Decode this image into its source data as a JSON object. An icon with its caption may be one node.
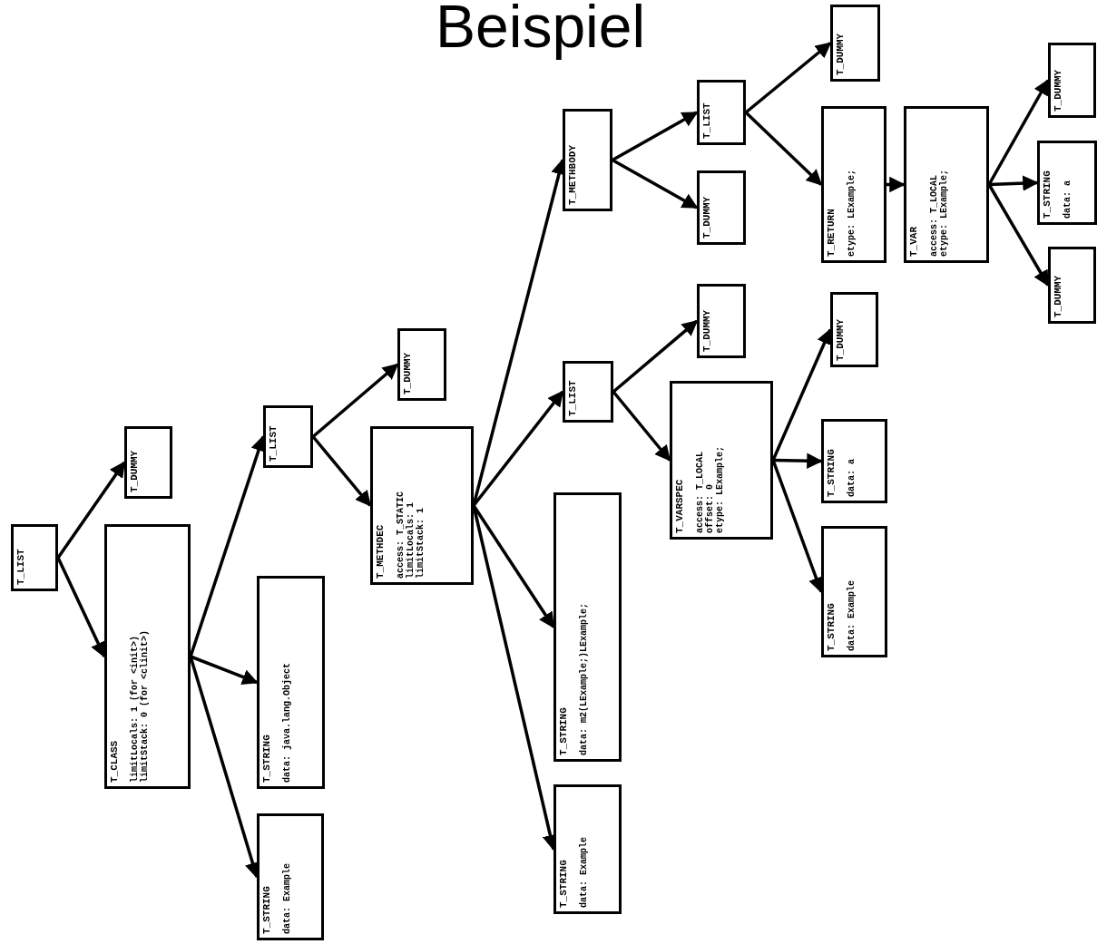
{
  "diagram": {
    "title": "Beispiel",
    "nodes": [
      {
        "text": [
          "T_LIST"
        ]
      },
      {
        "text": [
          "T_DUMMY"
        ]
      },
      {
        "text": [
          "T_CLASS",
          "limitLocals: 1 (for <init>)",
          "limitStack: 0 (for <clinit>)"
        ]
      },
      {
        "text": [
          "T_LIST"
        ]
      },
      {
        "text": [
          "T_STRING",
          "data: java.lang.Object"
        ]
      },
      {
        "text": [
          "T_STRING",
          "data: Example"
        ]
      },
      {
        "text": [
          "T_DUMMY"
        ]
      },
      {
        "text": [
          "T_METHDEC",
          "access: T_STATIC",
          "limitLocals: 1",
          "limitStack: 1"
        ]
      },
      {
        "text": [
          "T_METHBODY"
        ]
      },
      {
        "text": [
          "T_LIST"
        ]
      },
      {
        "text": [
          "T_STRING",
          "data: m2(LExample;)LExample;"
        ]
      },
      {
        "text": [
          "T_STRING",
          "data: Example"
        ]
      },
      {
        "text": [
          "T_LIST"
        ]
      },
      {
        "text": [
          "T_DUMMY"
        ]
      },
      {
        "text": [
          "T_DUMMY"
        ]
      },
      {
        "text": [
          "T_VARSPEC",
          "access: T_LOCAL",
          "offset: 0",
          "etype: LExample;"
        ]
      },
      {
        "text": [
          "T_DUMMY"
        ]
      },
      {
        "text": [
          "T_RETURN",
          "etype: LExample;"
        ]
      },
      {
        "text": [
          "T_VAR",
          "access: T_LOCAL",
          "etype: LExample;"
        ]
      },
      {
        "text": [
          "T_DUMMY"
        ]
      },
      {
        "text": [
          "T_STRING",
          "data: a"
        ]
      },
      {
        "text": [
          "T_STRING",
          "data: Example"
        ]
      },
      {
        "text": [
          "T_DUMMY"
        ]
      },
      {
        "text": [
          "T_STRING",
          "data: a"
        ]
      },
      {
        "text": [
          "T_DUMMY"
        ]
      }
    ],
    "edges": [
      {
        "from": 0,
        "to": 1,
        "arrow": "to"
      },
      {
        "from": 0,
        "to": 2,
        "arrow": "to"
      },
      {
        "from": 2,
        "to": 3,
        "arrow": "to"
      },
      {
        "from": 2,
        "to": 4,
        "arrow": "to"
      },
      {
        "from": 2,
        "to": 5,
        "arrow": "to"
      },
      {
        "from": 3,
        "to": 6,
        "arrow": "to"
      },
      {
        "from": 3,
        "to": 7,
        "arrow": "to"
      },
      {
        "from": 7,
        "to": 8,
        "arrow": "to"
      },
      {
        "from": 7,
        "to": 9,
        "arrow": "to"
      },
      {
        "from": 7,
        "to": 10,
        "arrow": "to"
      },
      {
        "from": 7,
        "to": 11,
        "arrow": "to"
      },
      {
        "from": 8,
        "to": 12,
        "arrow": "to"
      },
      {
        "from": 8,
        "to": 13,
        "arrow": "to"
      },
      {
        "from": 12,
        "to": 16,
        "arrow": "to"
      },
      {
        "from": 12,
        "to": 17,
        "arrow": "to"
      },
      {
        "from": 9,
        "to": 14,
        "arrow": "to"
      },
      {
        "from": 9,
        "to": 15,
        "arrow": "to"
      },
      {
        "from": 15,
        "to": 19,
        "arrow": "to"
      },
      {
        "from": 15,
        "to": 20,
        "arrow": "to"
      },
      {
        "from": 15,
        "to": 21,
        "arrow": "to"
      },
      {
        "from": 17,
        "to": 18,
        "arrow": "to"
      },
      {
        "from": 18,
        "to": 22,
        "arrow": "to"
      },
      {
        "from": 18,
        "to": 23,
        "arrow": "to"
      },
      {
        "from": 18,
        "to": 24,
        "arrow": "to"
      }
    ]
  }
}
